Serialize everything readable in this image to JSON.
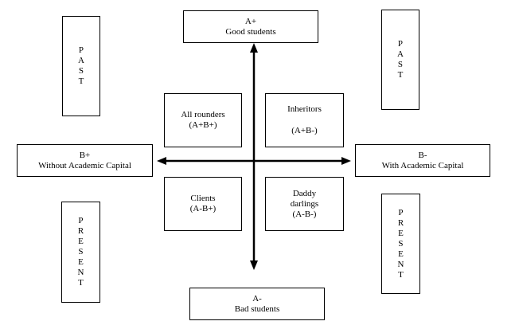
{
  "top": {
    "line1": "A+",
    "line2": "Good students"
  },
  "bottom": {
    "line1": "A-",
    "line2": "Bad students"
  },
  "left": {
    "line1": "B+",
    "line2": "Without Academic Capital"
  },
  "right": {
    "line1": "B-",
    "line2": "With Academic Capital"
  },
  "quadrants": {
    "top_left": {
      "line1": "All rounders",
      "line2": "(A+B+)"
    },
    "top_right": {
      "line1": "Inheritors",
      "line2": "(A+B-)"
    },
    "bottom_left": {
      "line1": "Clients",
      "line2": "(A-B+)"
    },
    "bottom_right": {
      "line1": "Daddy",
      "line2": "darlings",
      "line3": "(A-B-)"
    }
  },
  "side_labels": {
    "past_left": "PAST",
    "past_right": "PAST",
    "present_left": "PRESENT",
    "present_right": "PRESENT"
  }
}
